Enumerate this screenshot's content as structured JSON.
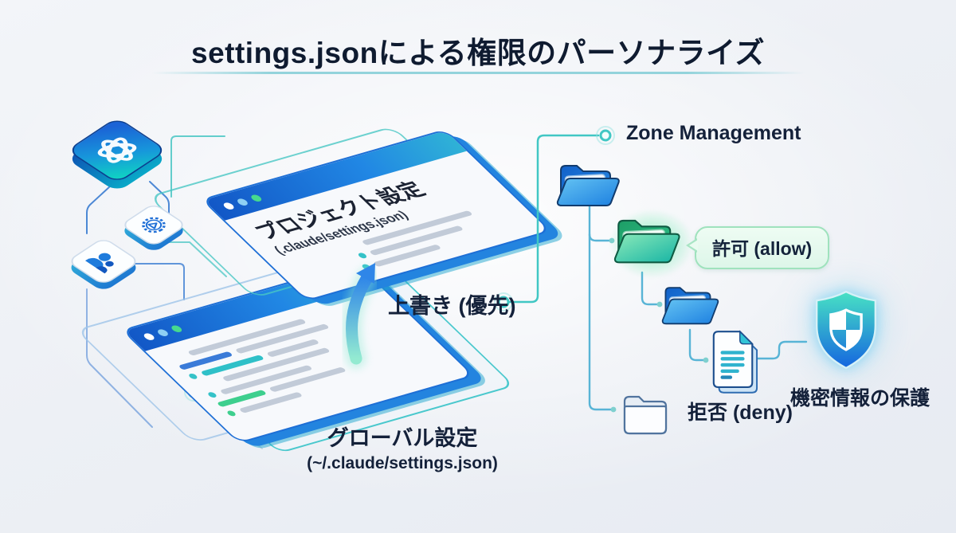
{
  "title": "settings.jsonによる権限のパーソナライズ",
  "left_diagram": {
    "project_window": {
      "heading": "プロジェクト設定",
      "path": "(.claude/settings.json)"
    },
    "global_window_label": {
      "heading": "グローバル設定",
      "path": "(~/.claude/settings.json)"
    },
    "override_arrow_label": "上書き (優先)"
  },
  "right_diagram": {
    "heading": "Zone Management",
    "allow_bubble": "許可 (allow)",
    "deny_label": "拒否 (deny)",
    "protection_label": "機密情報の保護"
  },
  "icons": {
    "openai_logo": "openai-knot",
    "gear_badge": "certified-gear-seal",
    "user": "person-silhouette",
    "folder_root": "open-folder-blue",
    "folder_allow": "open-folder-green-glow",
    "folder_child": "open-folder-blue",
    "folder_empty": "closed-folder-white",
    "document": "stacked-document-teal-lines",
    "shield": "checkered-shield",
    "arrow": "curved-up-arrow"
  },
  "colors": {
    "title_text": "#0f1b30",
    "label_text": "#14213a",
    "brand_blue": "#1e6fd6",
    "teal": "#2fc0c8",
    "green": "#3ecf8e",
    "bubble_bg": "#e9fbf0",
    "bubble_border": "#9fe2bd",
    "background": "#edf0f5"
  }
}
